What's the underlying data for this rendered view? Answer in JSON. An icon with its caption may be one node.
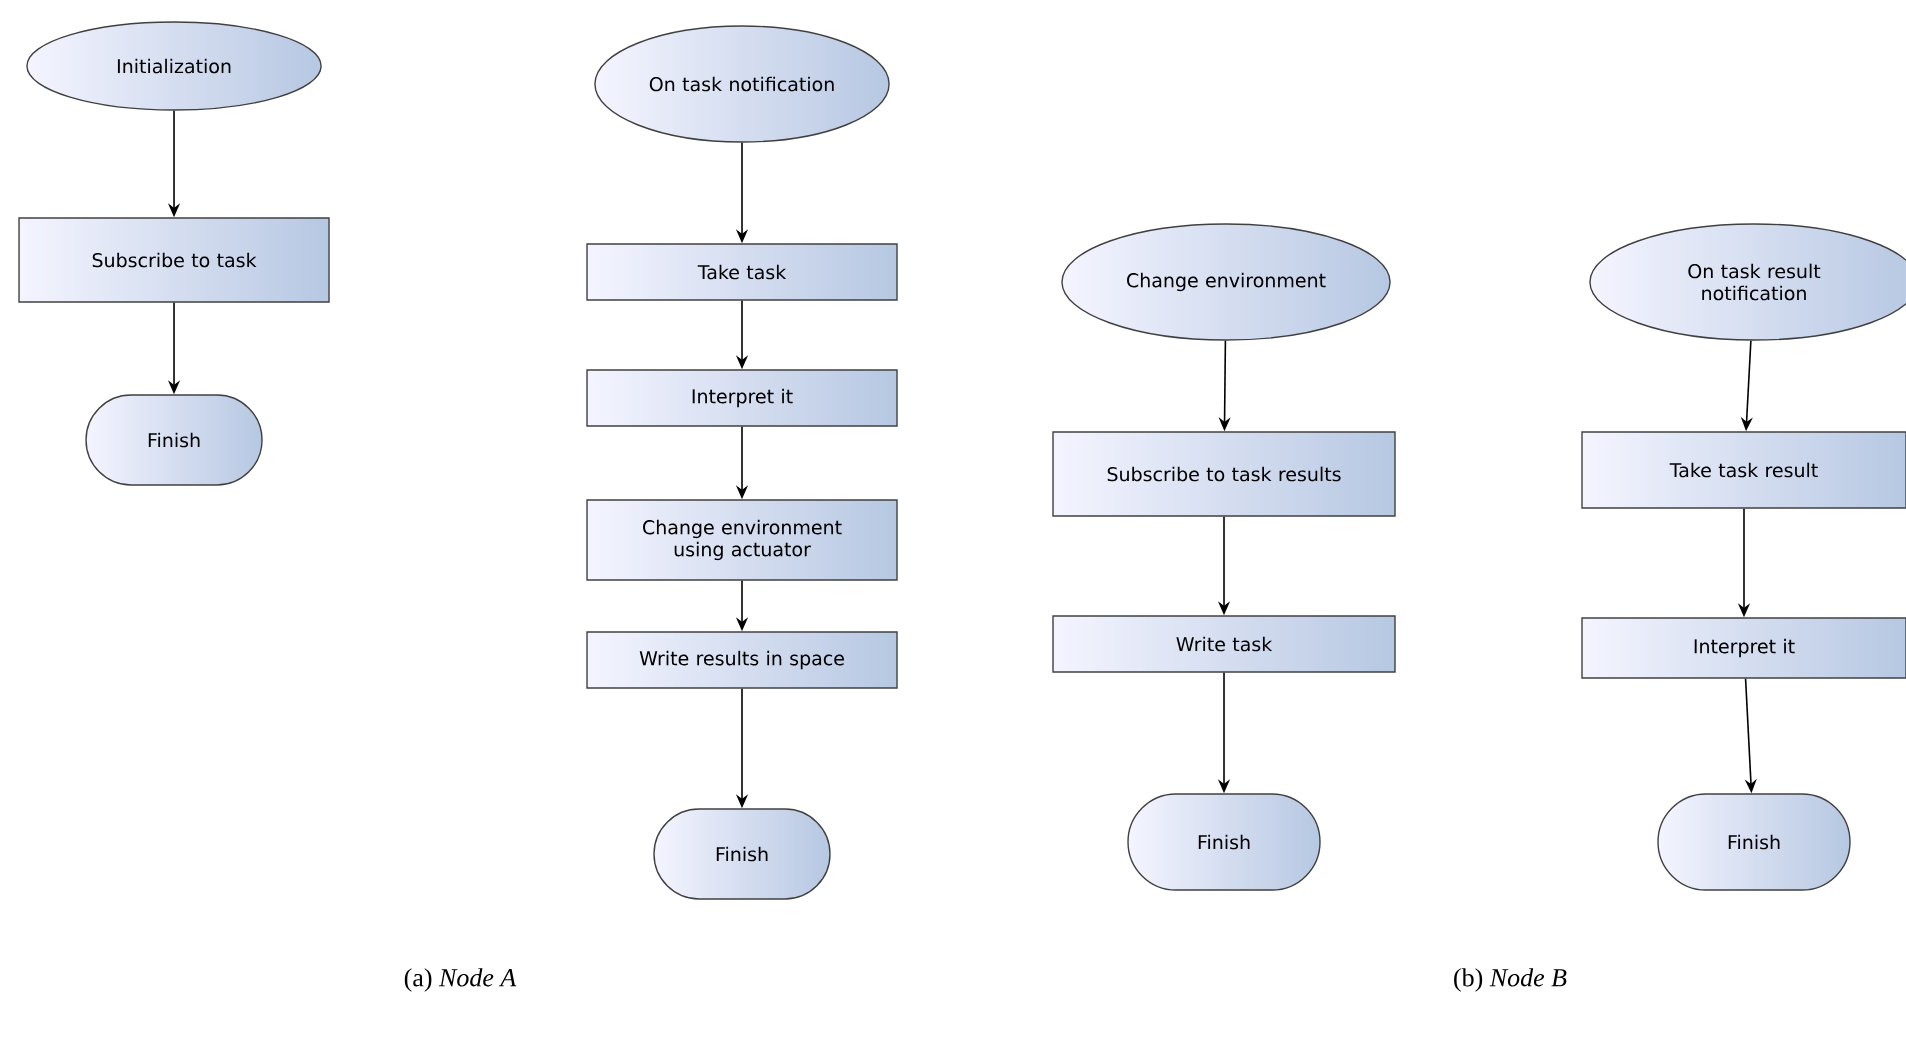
{
  "diagram": {
    "nodes": [
      {
        "text": [
          "Initialization"
        ]
      },
      {
        "text": [
          "Subscribe to task"
        ]
      },
      {
        "text": [
          "Finish"
        ]
      },
      {
        "text": [
          "On task notification"
        ]
      },
      {
        "text": [
          "Take task"
        ]
      },
      {
        "text": [
          "Interpret it"
        ]
      },
      {
        "text": [
          "Change environment using actuator"
        ]
      },
      {
        "text": [
          "Write results in space"
        ]
      },
      {
        "text": [
          "Finish"
        ]
      },
      {
        "text": [
          "Change environment"
        ]
      },
      {
        "text": [
          "Subscribe to task results"
        ]
      },
      {
        "text": [
          "Write task"
        ]
      },
      {
        "text": [
          "Finish"
        ]
      },
      {
        "text": [
          "On task result notification"
        ]
      },
      {
        "text": [
          "Take task result"
        ]
      },
      {
        "text": [
          "Interpret it"
        ]
      },
      {
        "text": [
          "Finish"
        ]
      }
    ],
    "edges": [
      {
        "from": 0,
        "to": 1,
        "arrow": "to"
      },
      {
        "from": 1,
        "to": 2,
        "arrow": "to"
      },
      {
        "from": 3,
        "to": 4,
        "arrow": "to"
      },
      {
        "from": 4,
        "to": 5,
        "arrow": "to"
      },
      {
        "from": 5,
        "to": 6,
        "arrow": "to"
      },
      {
        "from": 6,
        "to": 7,
        "arrow": "to"
      },
      {
        "from": 7,
        "to": 8,
        "arrow": "to"
      },
      {
        "from": 9,
        "to": 10,
        "arrow": "to"
      },
      {
        "from": 10,
        "to": 11,
        "arrow": "to"
      },
      {
        "from": 11,
        "to": 12,
        "arrow": "to"
      },
      {
        "from": 13,
        "to": 14,
        "arrow": "to"
      },
      {
        "from": 14,
        "to": 15,
        "arrow": "to"
      },
      {
        "from": 15,
        "to": 16,
        "arrow": "to"
      }
    ],
    "labels": [
      "(a)  *Node A*",
      "(b)  *Node B*"
    ]
  }
}
